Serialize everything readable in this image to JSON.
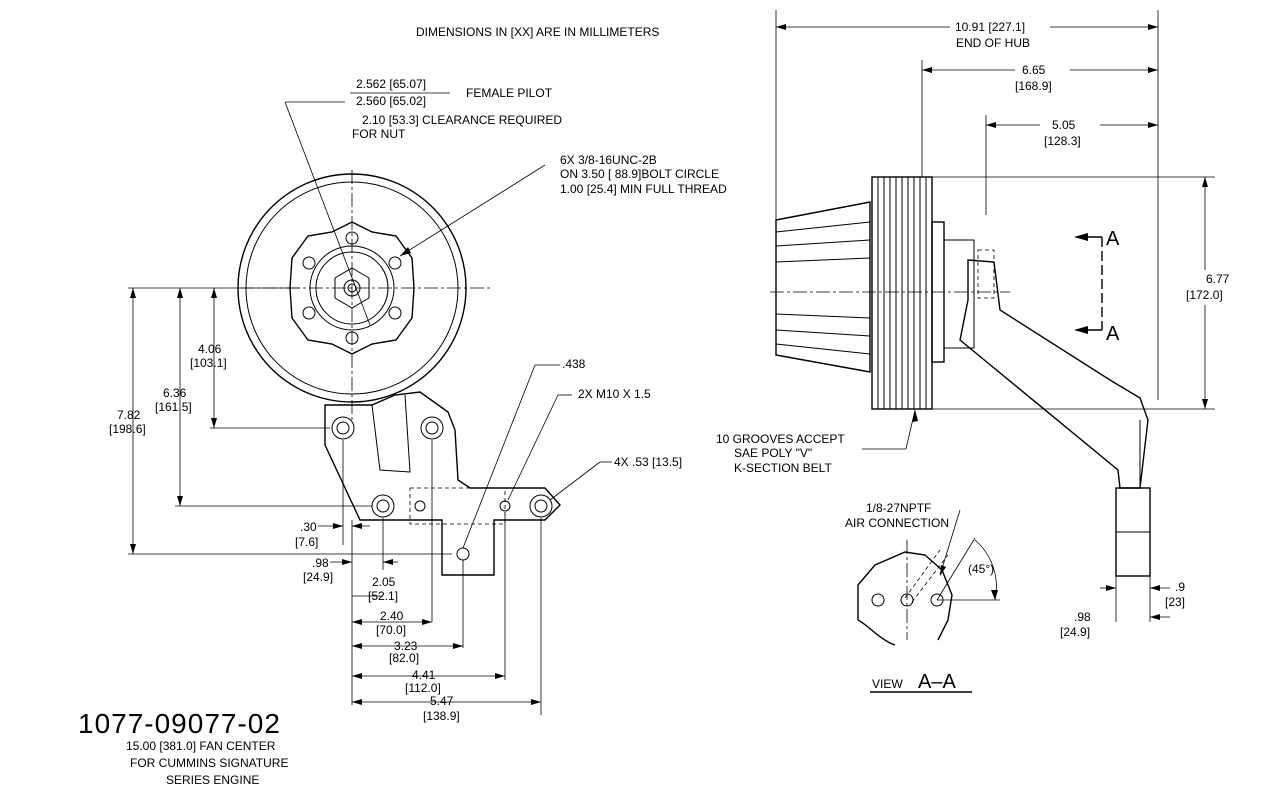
{
  "notes": {
    "units": "DIMENSIONS IN [XX] ARE IN MILLIMETERS",
    "pilot_top": "2.562 [65.07]",
    "pilot_bottom": "2.560 [65.02]",
    "pilot_label": "FEMALE PILOT",
    "clearance_1": "2.10 [53.3] CLEARANCE REQUIRED",
    "clearance_2": "FOR NUT",
    "bolt_1": "6X 3/8-16UNC-2B",
    "bolt_2": "ON  3.50 [ 88.9]BOLT CIRCLE",
    "bolt_3": "1.00 [25.4] MIN  FULL THREAD",
    "hole_438": ".438",
    "m10": "2X M10 X 1.5",
    "holes_4x": "4X .53 [13.5]",
    "grooves_1": "10 GROOVES ACCEPT",
    "grooves_2": "SAE POLY \"V\"",
    "grooves_3": "K-SECTION BELT",
    "air_1": "1/8-27NPTF",
    "air_2": "AIR CONNECTION",
    "angle": "(45°)",
    "view_word": "VIEW",
    "view_id": "A–A",
    "section_letter": "A"
  },
  "dims": {
    "hub_in": "10.91 [227.1]",
    "hub_label": "END OF HUB",
    "d665_in": "6.65",
    "d665_mm": "[168.9]",
    "d505_in": "5.05",
    "d505_mm": "[128.3]",
    "d677_in": "6.77",
    "d677_mm": "[172.0]",
    "d406_in": "4.06",
    "d406_mm": "[103.1]",
    "d636_in": "6.36",
    "d636_mm": "[161.5]",
    "d782_in": "7.82",
    "d782_mm": "[198.6]",
    "d30_in": ".30",
    "d30_mm": "[7.6]",
    "d98_in": ".98",
    "d98_mm": "[24.9]",
    "d205_in": "2.05",
    "d205_mm": "[52.1]",
    "d240_in": "2.40",
    "d240_mm": "[70.0]",
    "d323_in": "3.23",
    "d323_mm": "[82.0]",
    "d441_in": "4.41",
    "d441_mm": "[112.0]",
    "d547_in": "5.47",
    "d547_mm": "[138.9]",
    "r98_in": ".98",
    "r98_mm": "[24.9]",
    "r9_in": ".9",
    "r9_mm": "[23]"
  },
  "title_block": {
    "part_number": "1077-09077-02",
    "line1": "15.00 [381.0] FAN CENTER",
    "line2": "FOR CUMMINS SIGNATURE",
    "line3": "SERIES ENGINE"
  }
}
